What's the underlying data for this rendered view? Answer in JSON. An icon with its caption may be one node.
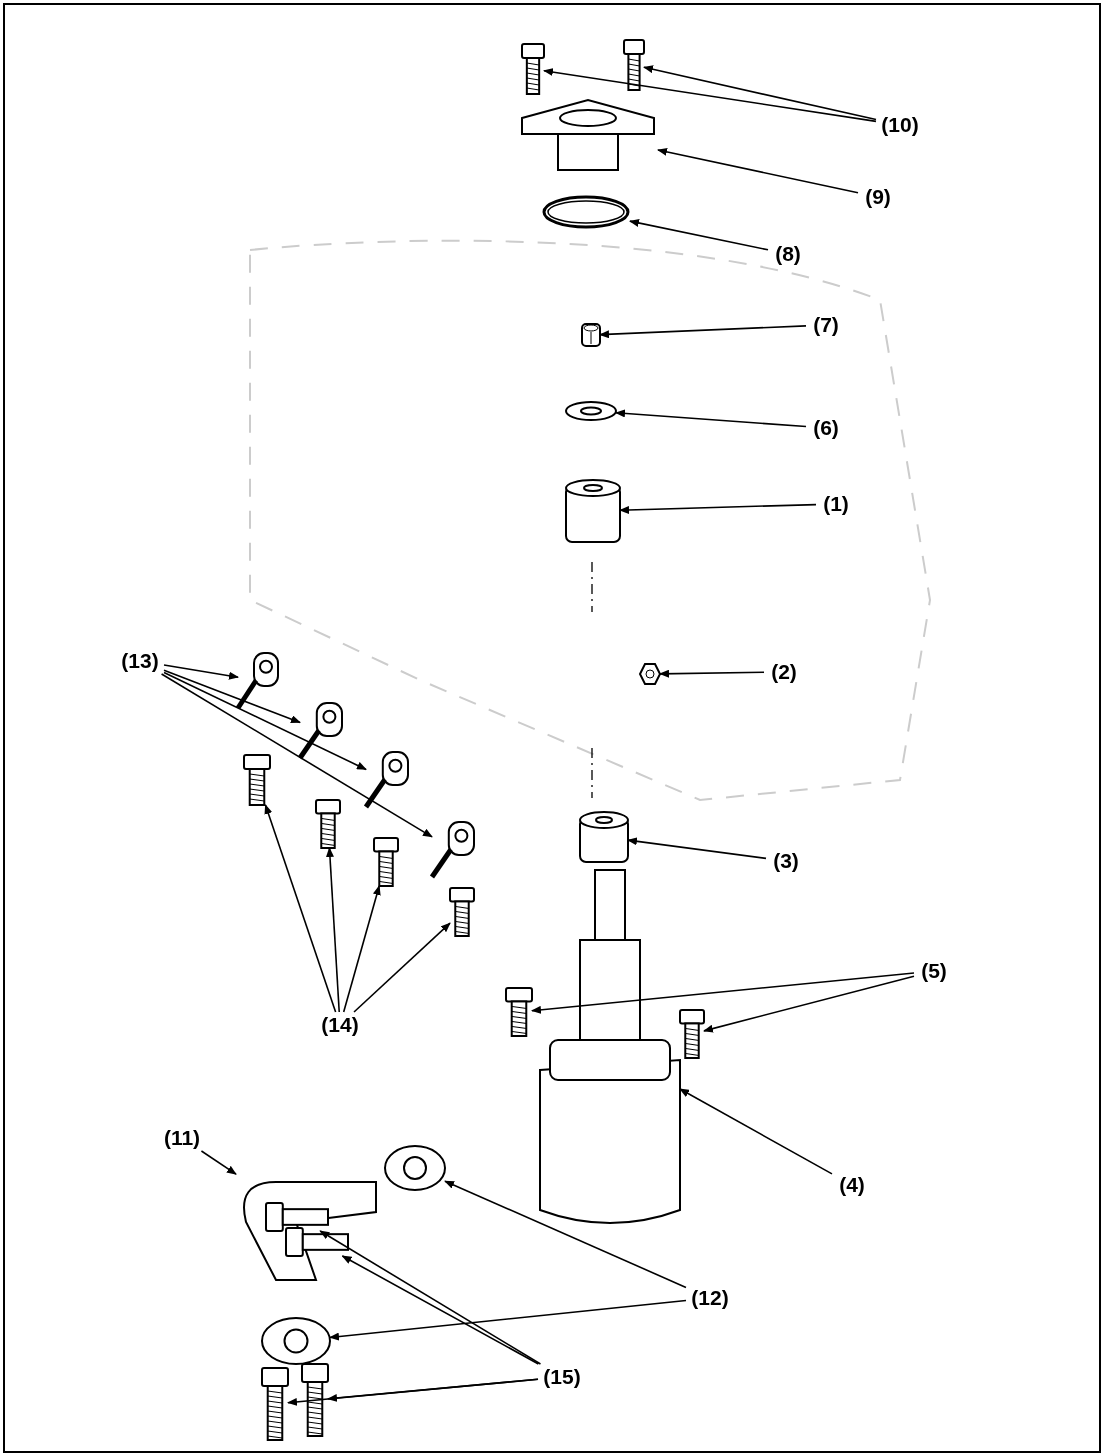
{
  "diagram": {
    "nodes": [
      {
        "text": [
          "(10)"
        ]
      },
      {
        "text": [],
        "shape": "picture"
      },
      {
        "text": [],
        "shape": "picture"
      },
      {
        "text": [
          "(9)"
        ]
      },
      {
        "text": [],
        "shape": "picture"
      },
      {
        "text": [
          "(8)"
        ]
      },
      {
        "text": [],
        "shape": "picture"
      },
      {
        "text": [
          "(7)"
        ]
      },
      {
        "text": [],
        "shape": "picture"
      },
      {
        "text": [
          "(6)"
        ]
      },
      {
        "text": [],
        "shape": "picture"
      },
      {
        "text": [
          "(1)"
        ]
      },
      {
        "text": [],
        "shape": "picture"
      },
      {
        "text": [
          "(2)"
        ]
      },
      {
        "text": [],
        "shape": "picture"
      },
      {
        "text": [
          "(13)"
        ]
      },
      {
        "text": [],
        "shape": "picture"
      },
      {
        "text": [],
        "shape": "picture"
      },
      {
        "text": [],
        "shape": "picture"
      },
      {
        "text": [],
        "shape": "picture"
      },
      {
        "text": [
          "(3)"
        ]
      },
      {
        "text": [],
        "shape": "picture"
      },
      {
        "text": [
          "(5)"
        ]
      },
      {
        "text": [],
        "shape": "picture"
      },
      {
        "text": [],
        "shape": "picture"
      },
      {
        "text": [
          "(14)"
        ]
      },
      {
        "text": [],
        "shape": "picture"
      },
      {
        "text": [],
        "shape": "picture"
      },
      {
        "text": [],
        "shape": "picture"
      },
      {
        "text": [],
        "shape": "picture"
      },
      {
        "text": [
          "(11)"
        ]
      },
      {
        "text": [],
        "shape": "picture"
      },
      {
        "text": [
          "(4)"
        ]
      },
      {
        "text": [],
        "shape": "picture"
      },
      {
        "text": [
          "(12)"
        ]
      },
      {
        "text": [],
        "shape": "picture"
      },
      {
        "text": [],
        "shape": "picture"
      },
      {
        "text": [
          "(15)"
        ]
      },
      {
        "text": [],
        "shape": "picture",
        "in": 31
      },
      {
        "text": [],
        "shape": "picture",
        "in": 31
      },
      {
        "text": [],
        "shape": "picture"
      },
      {
        "text": [],
        "shape": "picture"
      }
    ],
    "edges": [
      {
        "from": 0,
        "to": 1,
        "arrow": "to"
      },
      {
        "from": 0,
        "to": 2,
        "arrow": "to"
      },
      {
        "from": 3,
        "to": 4,
        "arrow": "to"
      },
      {
        "from": 5,
        "to": 6,
        "arrow": "to"
      },
      {
        "from": 7,
        "to": 8,
        "arrow": "to"
      },
      {
        "from": 9,
        "to": 10,
        "arrow": "to"
      },
      {
        "from": 11,
        "to": 12,
        "arrow": "to"
      },
      {
        "from": 13,
        "to": 14,
        "arrow": "to"
      },
      {
        "from": 15,
        "to": 16,
        "arrow": "to"
      },
      {
        "from": 15,
        "to": 17,
        "arrow": "to"
      },
      {
        "from": 15,
        "to": 18,
        "arrow": "to"
      },
      {
        "from": 15,
        "to": 19,
        "arrow": "to"
      },
      {
        "from": 20,
        "to": 21,
        "arrow": "to"
      },
      {
        "from": 22,
        "to": 23,
        "arrow": "to"
      },
      {
        "from": 22,
        "to": 24,
        "arrow": "to"
      },
      {
        "from": 25,
        "to": 26,
        "arrow": "to"
      },
      {
        "from": 25,
        "to": 27,
        "arrow": "to"
      },
      {
        "from": 25,
        "to": 28,
        "arrow": "to"
      },
      {
        "from": 25,
        "to": 29,
        "arrow": "to"
      },
      {
        "from": 30,
        "to": 31,
        "arrow": "to"
      },
      {
        "from": 32,
        "to": 33,
        "arrow": "to"
      },
      {
        "from": 34,
        "to": 35,
        "arrow": "to"
      },
      {
        "from": 34,
        "to": 36,
        "arrow": "to"
      },
      {
        "from": 37,
        "to": 38,
        "arrow": "to"
      },
      {
        "from": 37,
        "to": 39,
        "arrow": "to"
      },
      {
        "from": 37,
        "to": 40,
        "arrow": "to"
      },
      {
        "from": 37,
        "to": 41,
        "arrow": "to"
      }
    ]
  }
}
